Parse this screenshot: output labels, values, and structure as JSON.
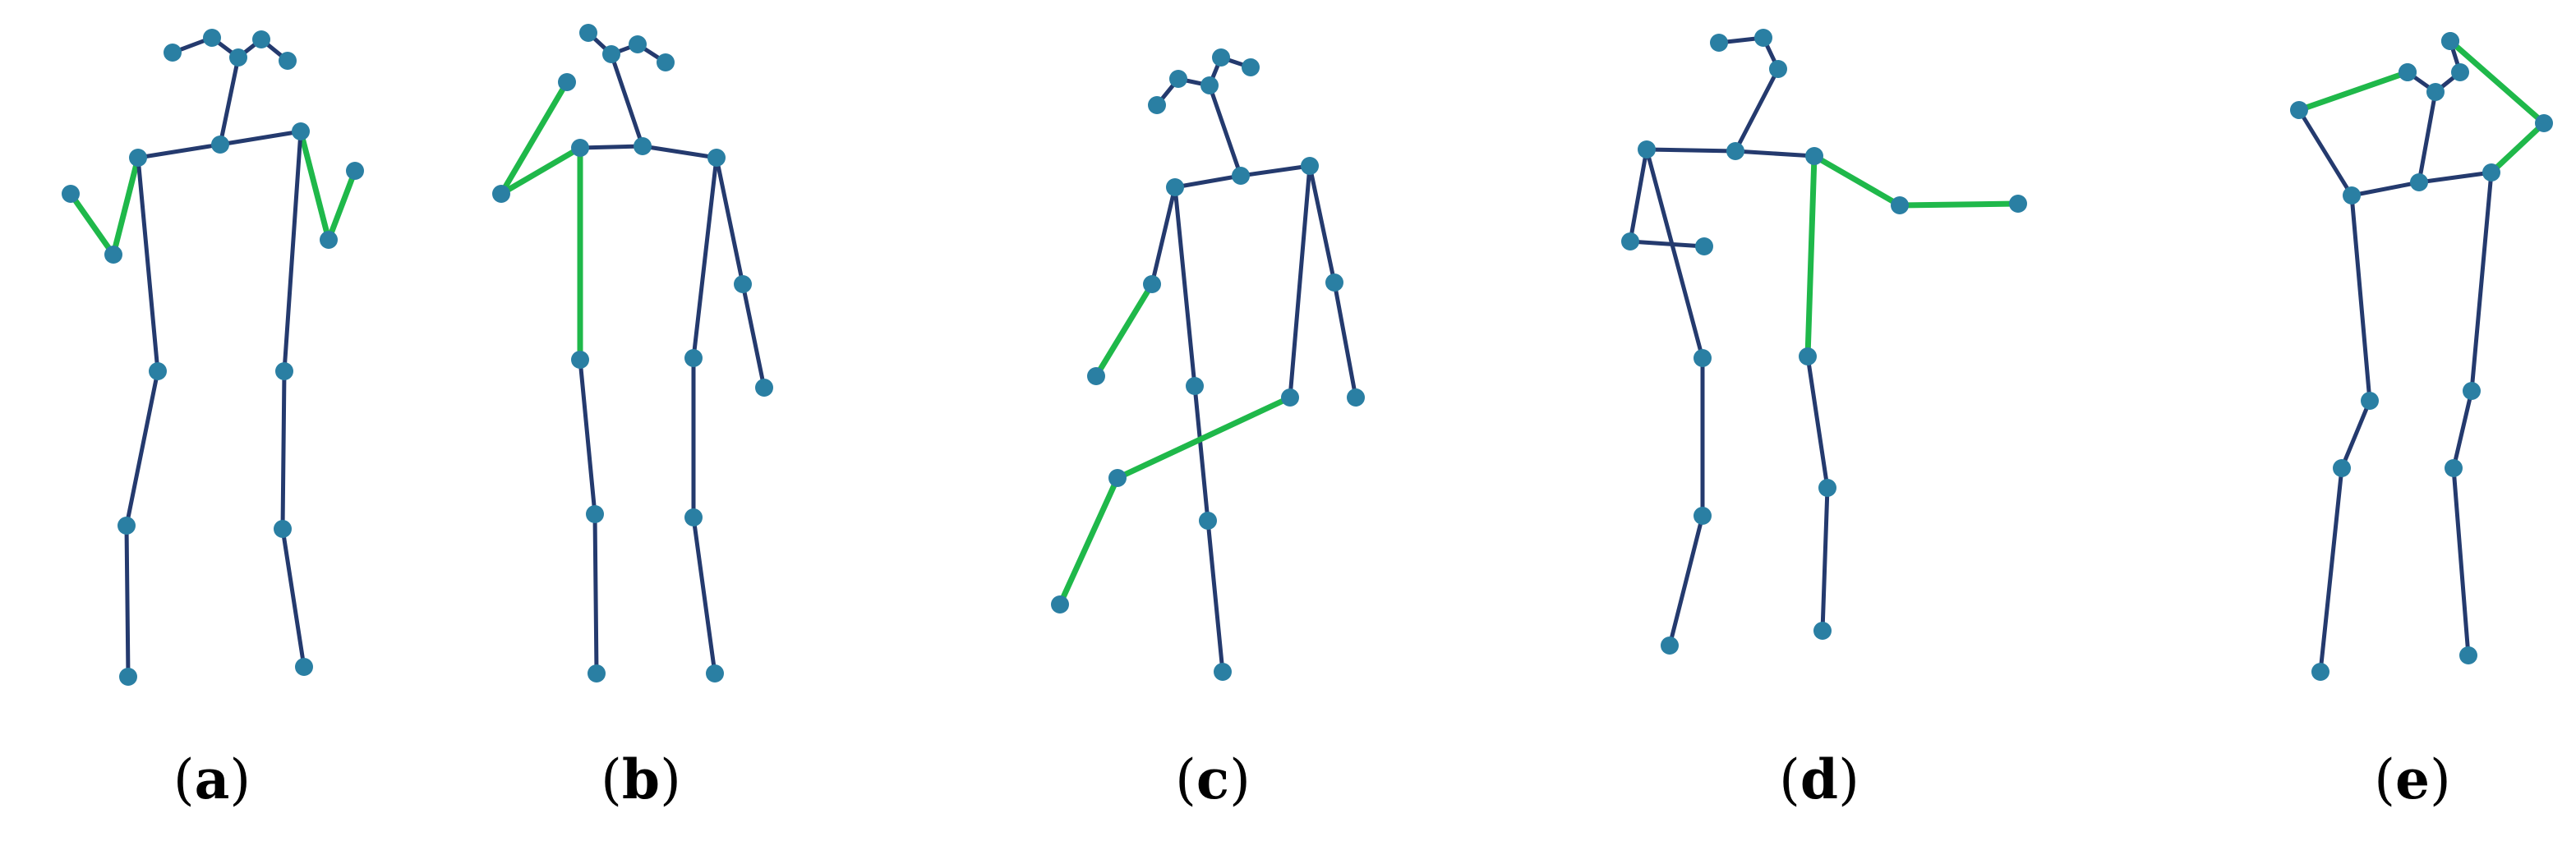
{
  "figure": {
    "colors": {
      "bone": "#243a6e",
      "highlight": "#1fb84a",
      "joint": "#2a7fa3",
      "background": "#ffffff"
    },
    "panels": [
      {
        "id": "a",
        "caption": "a"
      },
      {
        "id": "b",
        "caption": "b"
      },
      {
        "id": "c",
        "caption": "c"
      },
      {
        "id": "d",
        "caption": "d"
      },
      {
        "id": "e",
        "caption": "e"
      }
    ]
  }
}
